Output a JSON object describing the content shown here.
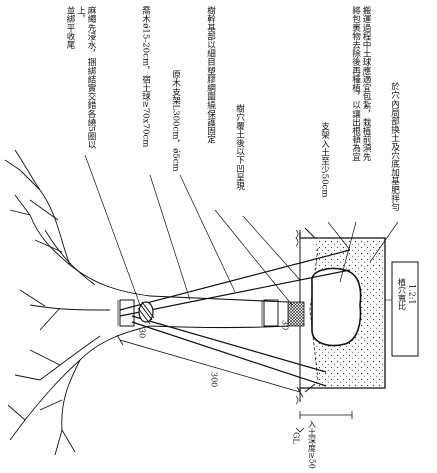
{
  "annotations": {
    "note1_line1": "麻繩先浸水，捆綁結實交錯各繞5圈以上，",
    "note1_line2": "並綁平收尾",
    "note2": "喬木ǿ15-20cm，宿土球≥70x70cm",
    "note3": "原木支架L300cm，ǿ5cm",
    "note4": "樹幹基部以細目塑膠網圍繞保護固定",
    "note5": "樹穴覆土後以下凹呈現",
    "note6": "支架入土至少50cm",
    "note7_line1": "搬運過程中土球應適宜包紮，栽植前須先",
    "note7_line2": "將包裹物去除後再種植，以讓出根頓為宜",
    "note8": "於穴內局部換土及穴底加基肥拌勻"
  },
  "dimensions": {
    "d30_upper": "30",
    "d30_lower": "30",
    "d300": "300",
    "gl": "GL",
    "depth": "入土深度≥50"
  },
  "soil_box": {
    "line1": "植穴寬比",
    "line2": "1.2:1"
  },
  "colors": {
    "ink": "#111111"
  }
}
